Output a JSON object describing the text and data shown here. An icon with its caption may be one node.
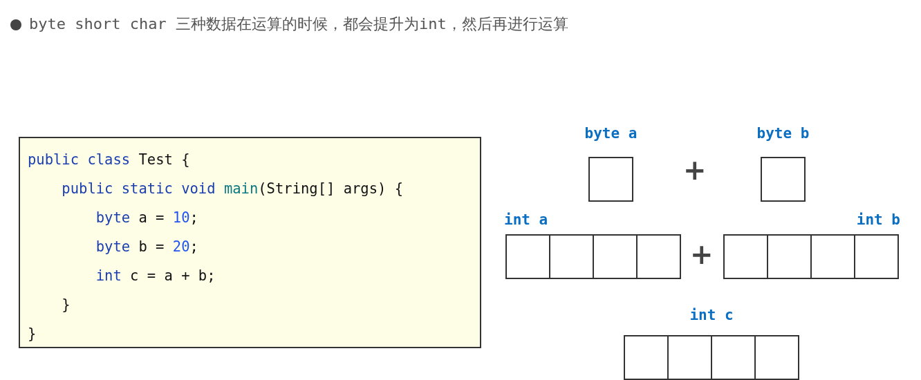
{
  "diagram": {
    "title": "byte short char 三种数据在运算的时候，都会提升为int，然后再进行运算",
    "nodes": [
      {
        "text": [
          "public class Test {",
          "public static void main(String[] args) {",
          "byte a = 10;",
          "byte b = 20;",
          "int c = a + b;",
          "}",
          "}"
        ]
      },
      {
        "text": [
          "byte a"
        ]
      },
      {
        "text": [
          "byte b"
        ]
      },
      {
        "text": [
          "int a"
        ]
      },
      {
        "text": [
          "int b"
        ]
      },
      {
        "text": [
          "int c"
        ]
      }
    ],
    "labels": [
      "+",
      "+"
    ]
  }
}
